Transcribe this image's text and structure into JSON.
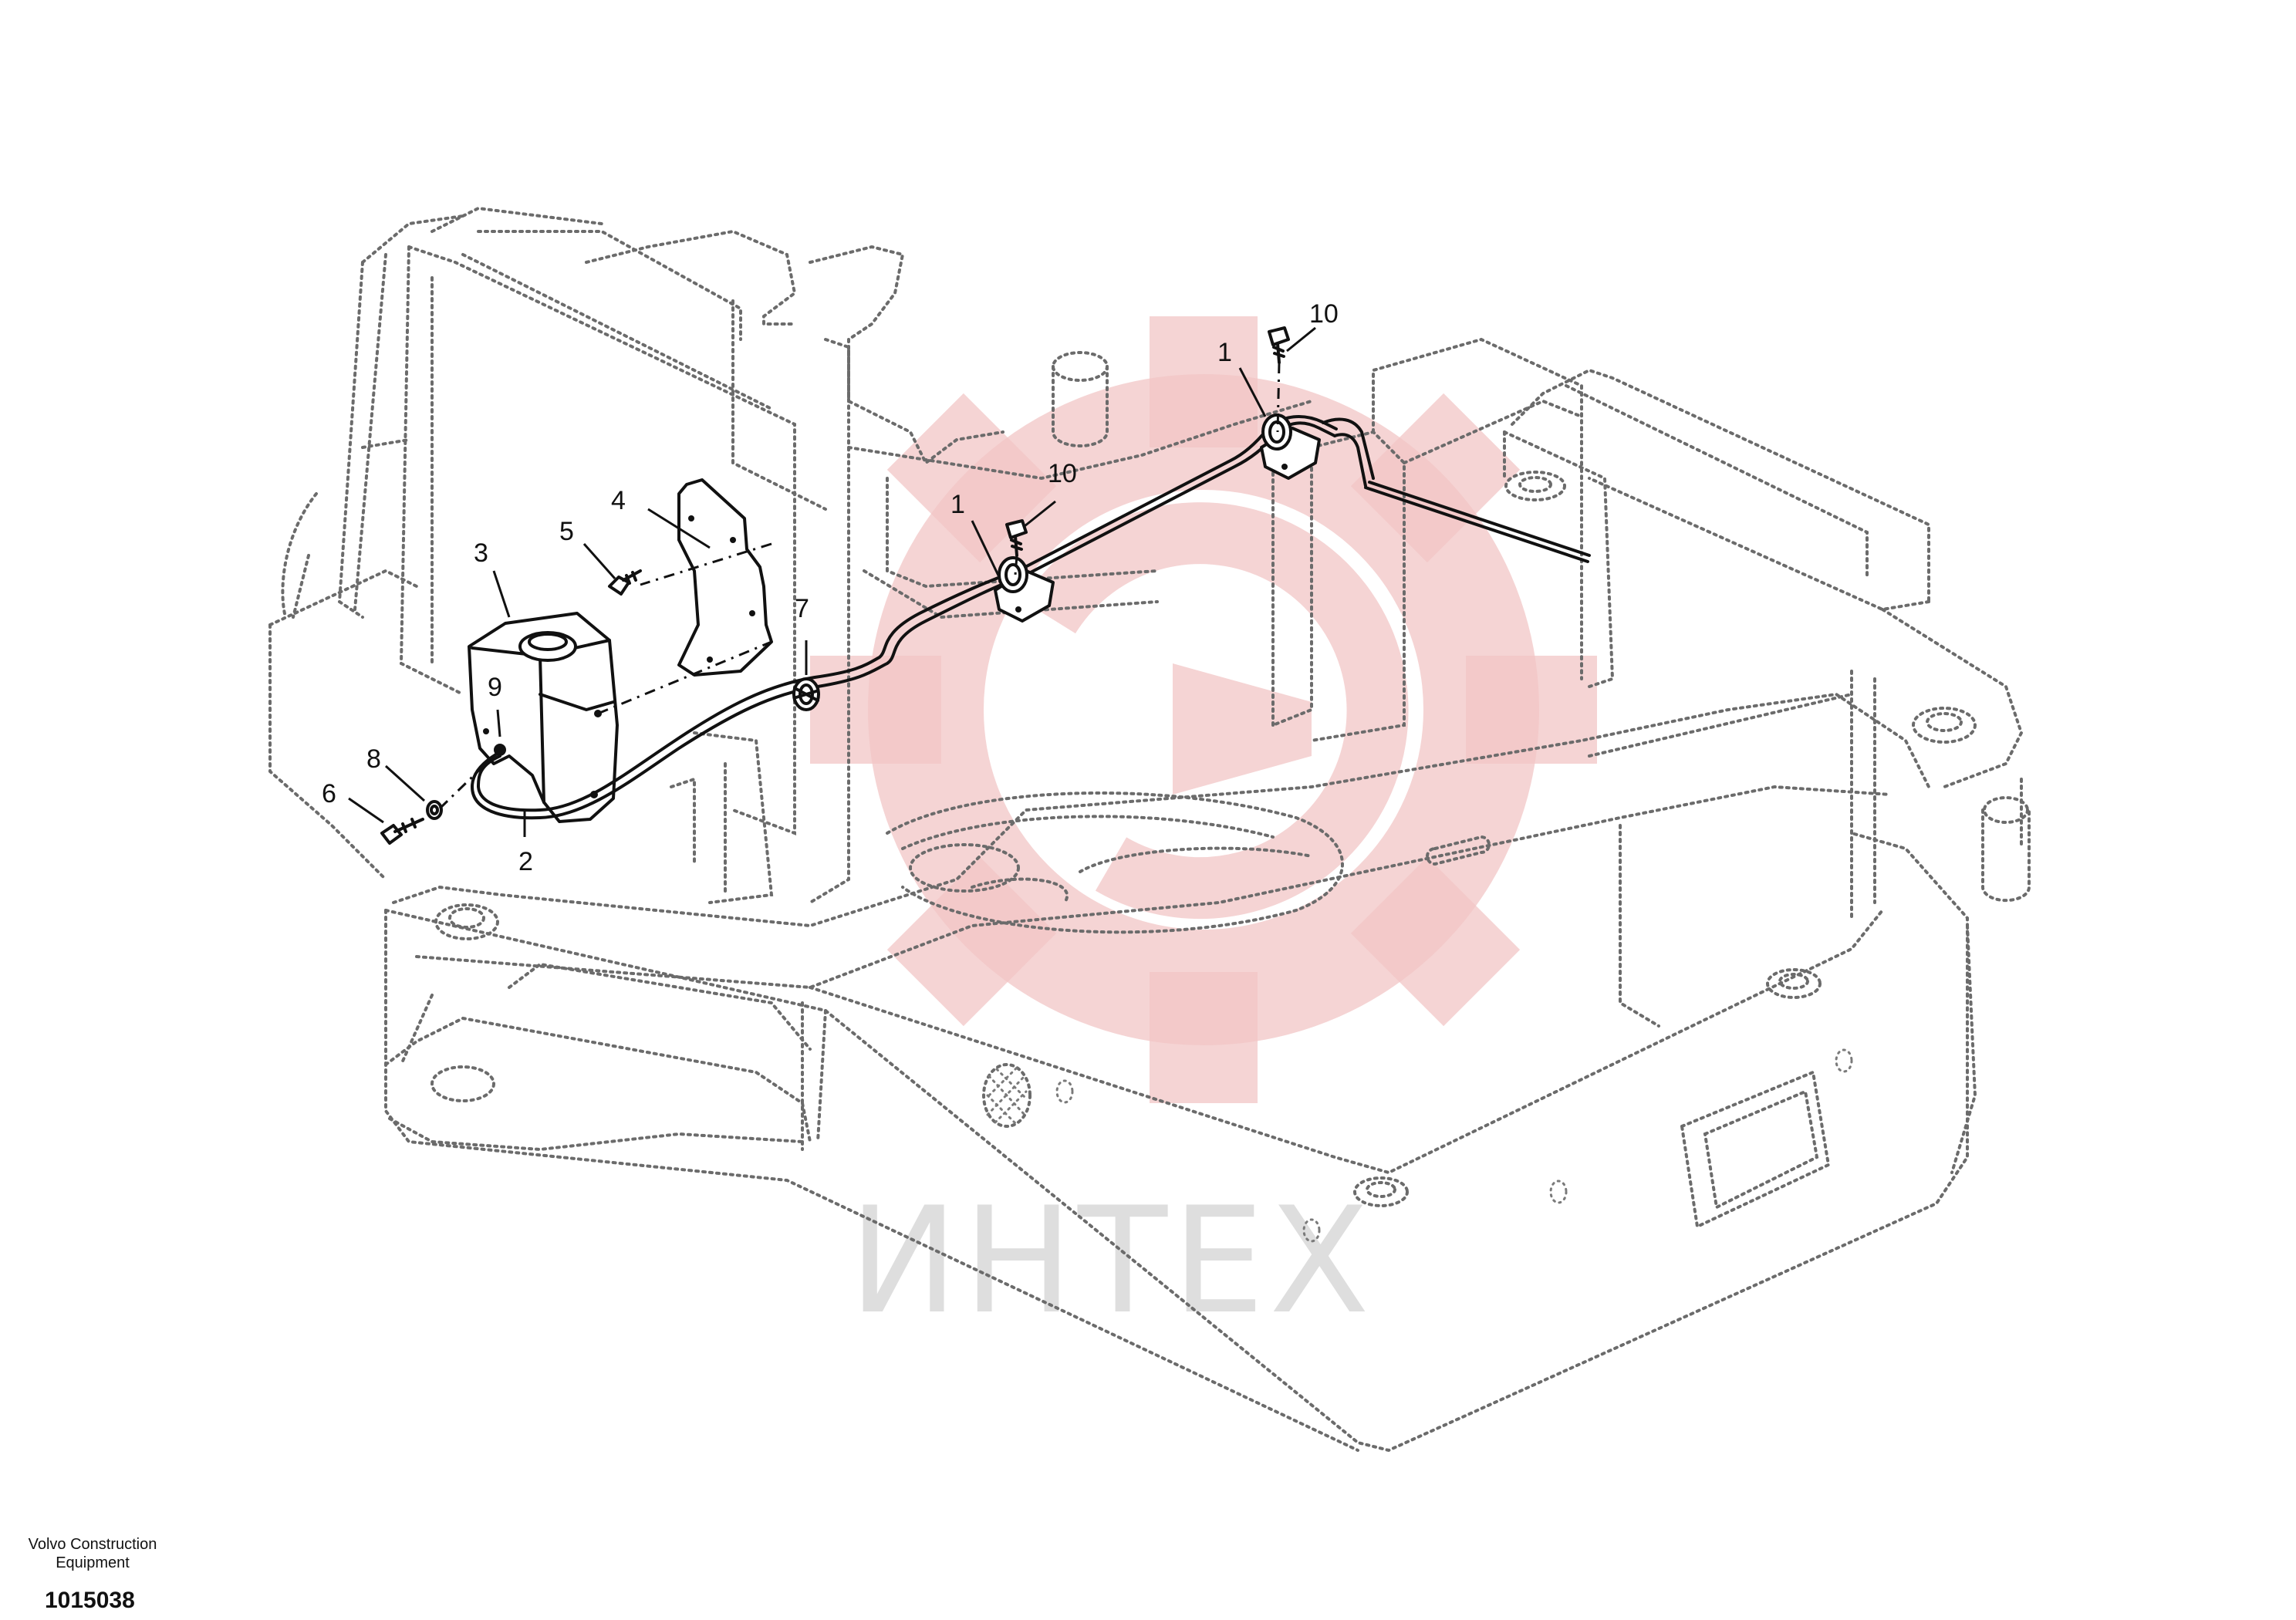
{
  "footer": {
    "manufacturer": "Volvo Construction Equipment",
    "drawing_number": "1015038"
  },
  "watermark": {
    "text": "ИНТЕХ"
  },
  "callouts": [
    {
      "id": "c1a",
      "label": "1"
    },
    {
      "id": "c1b",
      "label": "1"
    },
    {
      "id": "c2",
      "label": "2"
    },
    {
      "id": "c3",
      "label": "3"
    },
    {
      "id": "c4",
      "label": "4"
    },
    {
      "id": "c5",
      "label": "5"
    },
    {
      "id": "c6",
      "label": "6"
    },
    {
      "id": "c7",
      "label": "7"
    },
    {
      "id": "c8",
      "label": "8"
    },
    {
      "id": "c9",
      "label": "9"
    },
    {
      "id": "c10a",
      "label": "10"
    },
    {
      "id": "c10b",
      "label": "10"
    }
  ]
}
